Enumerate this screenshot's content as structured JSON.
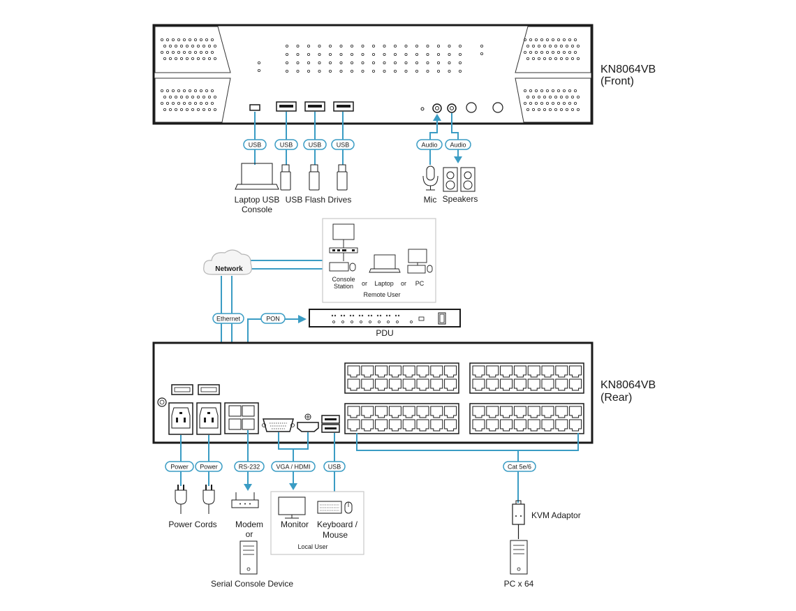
{
  "front": {
    "title_line1": "KN8064VB",
    "title_line2": "(Front)"
  },
  "rear": {
    "title_line1": "KN8064VB",
    "title_line2": "(Rear)"
  },
  "cables": {
    "usb": "USB",
    "audio": "Audio",
    "network": "Network",
    "ethernet": "Ethernet",
    "pon": "PON",
    "power": "Power",
    "rs232": "RS-232",
    "vga_hdmi": "VGA / HDMI",
    "cat5": "Cat 5e/6"
  },
  "front_devices": {
    "laptop_line1": "Laptop USB",
    "laptop_line2": "Console",
    "flash_drives": "USB Flash Drives",
    "mic": "Mic",
    "speakers": "Speakers"
  },
  "remote": {
    "console_station_line1": "Console",
    "console_station_line2": "Station",
    "or1": "or",
    "laptop": "Laptop",
    "or2": "or",
    "pc": "PC",
    "caption": "Remote User"
  },
  "pdu": "PDU",
  "rear_devices": {
    "power_cords": "Power Cords",
    "modem_line1": "Modem",
    "modem_line2": "or",
    "serial_console": "Serial Console Device",
    "monitor": "Monitor",
    "keyboard_line1": "Keyboard /",
    "keyboard_line2": "Mouse",
    "local_user": "Local User",
    "kvm_adaptor": "KVM Adaptor",
    "pc_x64": "PC x 64"
  }
}
